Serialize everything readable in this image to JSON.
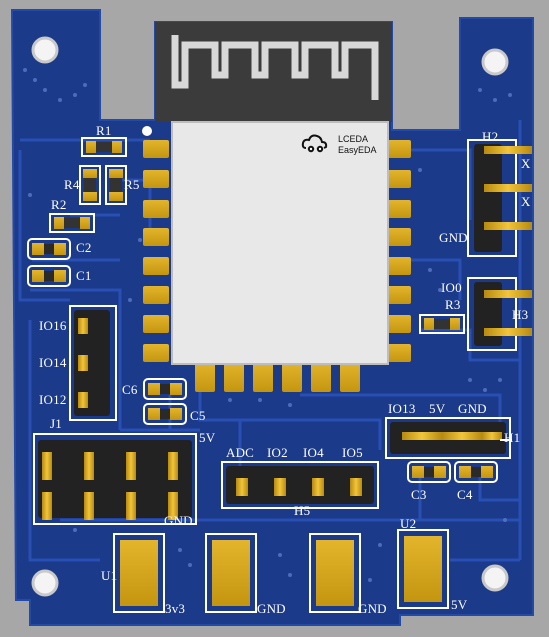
{
  "board": {
    "colors": {
      "background": "#a7a7a7",
      "pcb": "#1b3a8a",
      "trace": "#2a52b8",
      "silkscreen": "#ffffff",
      "pad_gold": "#d4a51e",
      "header_black": "#222222",
      "module_shield": "#e6e6e6",
      "antenna": "#3b3b3b"
    },
    "module": {
      "logo_lines": [
        "LCEDA",
        "EasyEDA"
      ],
      "logo_icon": "cloud-car-icon"
    },
    "labels": {
      "r1": "R1",
      "r2": "R2",
      "r3": "R3",
      "r4": "R4",
      "r5": "R5",
      "c1": "C1",
      "c2": "C2",
      "c3": "C3",
      "c4": "C4",
      "c5": "C5",
      "c6": "C6",
      "j1": "J1",
      "h1": "H1",
      "h2": "H2",
      "h3": "H3",
      "h5": "H5",
      "u1": "U1",
      "u2": "U2",
      "io16": "IO16",
      "io14": "IO14",
      "io12": "IO12",
      "io0": "IO0",
      "io13": "IO13",
      "adc": "ADC",
      "io2": "IO2",
      "io4": "IO4",
      "io5": "IO5",
      "h1_5v": "5V",
      "h1_gnd": "GND",
      "h2_x1": "X",
      "h2_x2": "X",
      "h2_gnd": "GND",
      "j1_5v": "5V",
      "j1_gnd": "GND",
      "u1_3v3": "3v3",
      "gnd_a": "GND",
      "gnd_b": "GND",
      "u2_5v": "5V"
    }
  }
}
